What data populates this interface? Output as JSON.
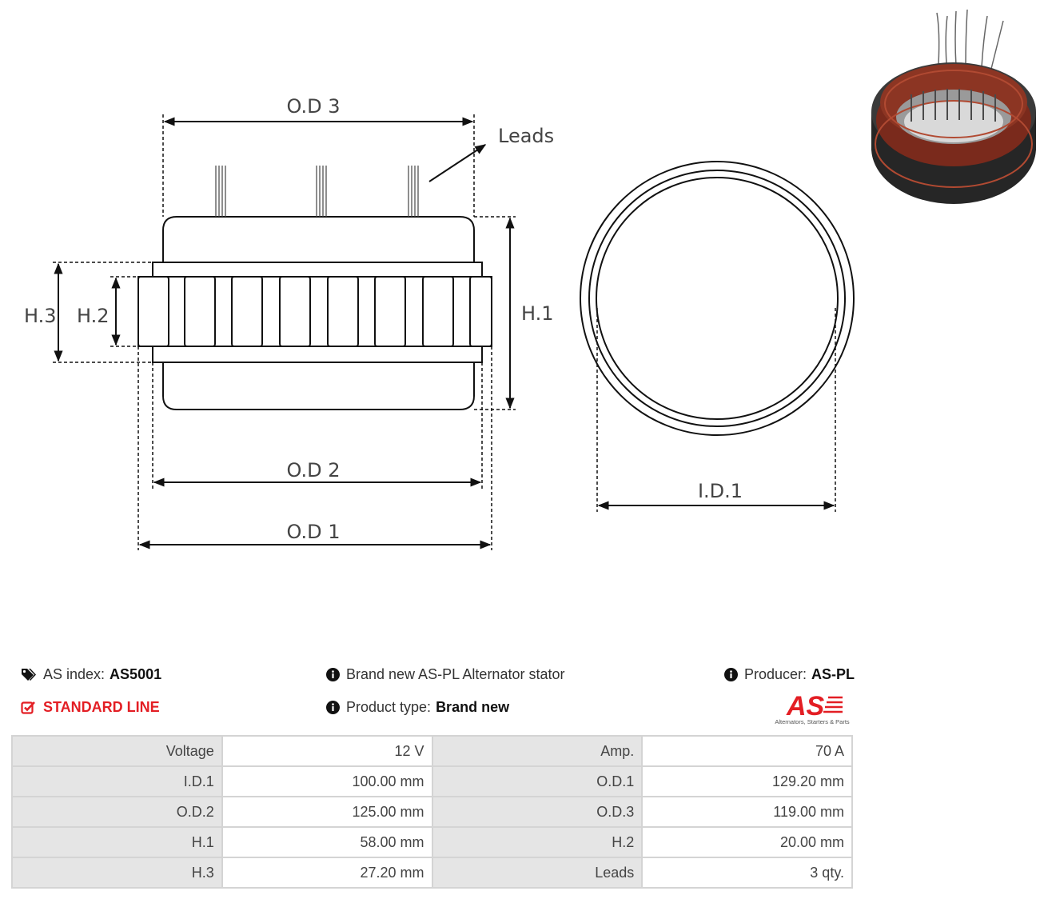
{
  "drawing": {
    "labels": {
      "od3": "O.D 3",
      "leads": "Leads",
      "h3": "H.3",
      "h2": "H.2",
      "h1": "H.1",
      "od2": "O.D 2",
      "od1": "O.D 1",
      "id1": "I.D.1"
    }
  },
  "product": {
    "as_index_label": "AS index:",
    "as_index_value": "AS5001",
    "line": "STANDARD LINE",
    "description": "Brand new AS-PL Alternator stator",
    "type_label": "Product type:",
    "type_value": "Brand new",
    "producer_label": "Producer:",
    "producer_value": "AS-PL",
    "logo_text": "AS",
    "logo_tagline": "Alternators, Starters & Parts"
  },
  "colors": {
    "accent": "#e31e24",
    "label_cell": "#e5e5e5",
    "border": "#d4d4d4"
  },
  "specs": [
    {
      "l1": "Voltage",
      "v1": "12 V",
      "l2": "Amp.",
      "v2": "70 A"
    },
    {
      "l1": "I.D.1",
      "v1": "100.00 mm",
      "l2": "O.D.1",
      "v2": "129.20 mm"
    },
    {
      "l1": "O.D.2",
      "v1": "125.00 mm",
      "l2": "O.D.3",
      "v2": "119.00 mm"
    },
    {
      "l1": "H.1",
      "v1": "58.00 mm",
      "l2": "H.2",
      "v2": "20.00 mm"
    },
    {
      "l1": "H.3",
      "v1": "27.20 mm",
      "l2": "Leads",
      "v2": "3 qty."
    }
  ]
}
